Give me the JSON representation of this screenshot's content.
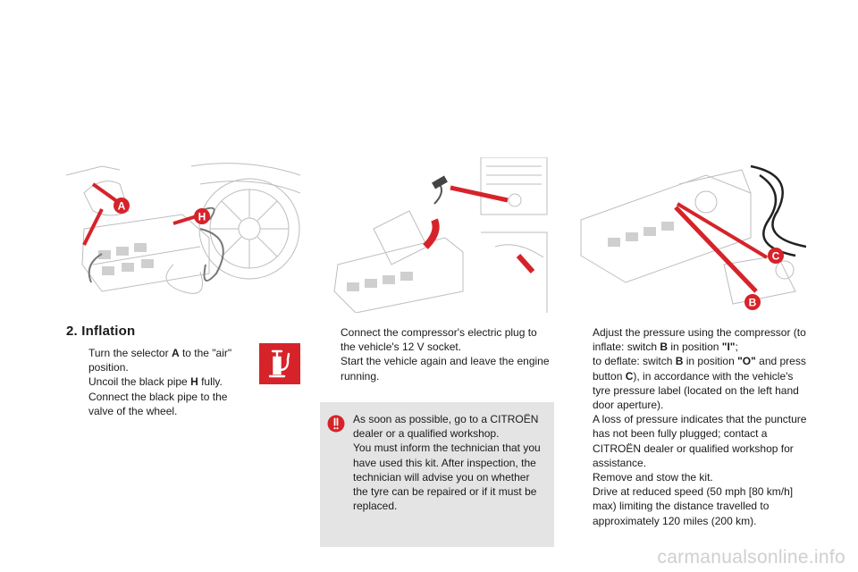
{
  "section_title": "2. Inflation",
  "column1": {
    "items": [
      {
        "parts": [
          "Turn the selector ",
          "A",
          " to the \"air\" position."
        ]
      },
      {
        "parts": [
          "Uncoil the black pipe ",
          "H",
          " fully."
        ]
      },
      {
        "parts": [
          "Connect the black pipe to the valve of the wheel."
        ]
      }
    ]
  },
  "column2": {
    "items": [
      "Connect the compressor's electric plug to the vehicle's 12 V socket.",
      "Start the vehicle again and leave the engine running."
    ]
  },
  "note": {
    "text": "As soon as possible, go to a CITROËN dealer or a qualified workshop.\nYou must inform the technician that you have used this kit. After inspection, the technician will advise you on whether the tyre can be repaired or if it must be replaced."
  },
  "column3": {
    "item1": {
      "l1": "Adjust the pressure using the compressor (to inflate: switch ",
      "b1": "B",
      "l2": " in position ",
      "b2": "\"I\"",
      "l3": ";",
      "l4": "to deflate: switch ",
      "b3": "B",
      "l5": " in position ",
      "b4": "\"O\"",
      "l6": " and press button ",
      "b5": "C",
      "l7": "), in accordance with the vehicle's tyre pressure label (located on the left hand door aperture).",
      "l8": "A loss of pressure indicates that the puncture has not been fully plugged; contact a CITROËN dealer or qualified workshop for assistance."
    },
    "item2": "Remove and stow the kit.",
    "item3": "Drive at reduced speed (50 mph [80 km/h] max) limiting the distance travelled to approximately 120 miles (200 km)."
  },
  "figure_labels": {
    "fig1_a": "A",
    "fig1_h": "H",
    "fig3_c": "C",
    "fig3_b": "B"
  },
  "bullet_glyph": "",
  "watermark": "carmanualsonline.info",
  "colors": {
    "accent_red": "#d6232a",
    "note_bg": "#e4e4e4"
  }
}
